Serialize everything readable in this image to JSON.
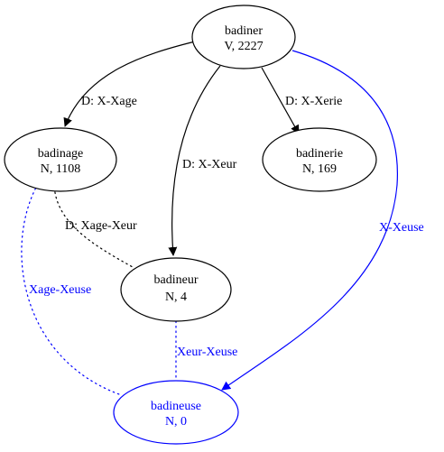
{
  "nodes": {
    "badiner": {
      "name": "badiner",
      "info": "V, 2227",
      "color": "#000000"
    },
    "badinage": {
      "name": "badinage",
      "info": "N, 1108",
      "color": "#000000"
    },
    "badinerie": {
      "name": "badinerie",
      "info": "N, 169",
      "color": "#000000"
    },
    "badineur": {
      "name": "badineur",
      "info": "N, 4",
      "color": "#000000"
    },
    "badineuse": {
      "name": "badineuse",
      "info": "N, 0",
      "color": "#0000ff"
    }
  },
  "edges": {
    "badiner_badinage": {
      "label": "D: X-Xage",
      "color": "#000000",
      "style": "solid",
      "directed": true
    },
    "badiner_badineur": {
      "label": "D: X-Xeur",
      "color": "#000000",
      "style": "solid",
      "directed": true
    },
    "badiner_badinerie": {
      "label": "D: X-Xerie",
      "color": "#000000",
      "style": "solid",
      "directed": true
    },
    "badiner_badineuse": {
      "label": "X-Xeuse",
      "color": "#0000ff",
      "style": "solid",
      "directed": true
    },
    "badinage_badineur": {
      "label": "D: Xage-Xeur",
      "color": "#000000",
      "style": "dotted",
      "directed": false
    },
    "badinage_badineuse": {
      "label": "Xage-Xeuse",
      "color": "#0000ff",
      "style": "dotted",
      "directed": false
    },
    "badineur_badineuse": {
      "label": "Xeur-Xeuse",
      "color": "#0000ff",
      "style": "dotted",
      "directed": false
    }
  }
}
